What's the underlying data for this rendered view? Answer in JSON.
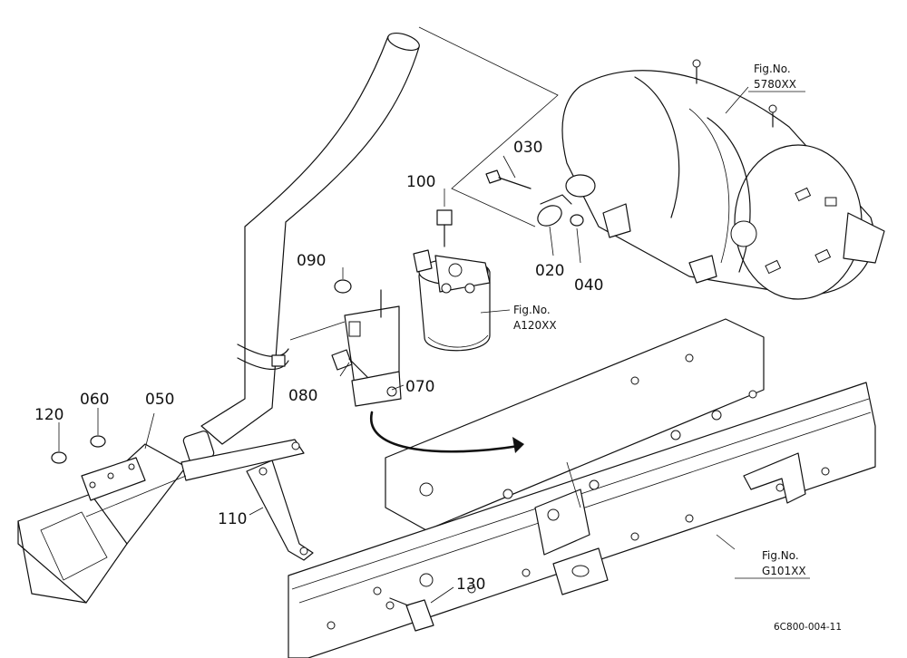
{
  "parts": [
    {
      "number": "030"
    },
    {
      "number": "100"
    },
    {
      "number": "090"
    },
    {
      "number": "020"
    },
    {
      "number": "040"
    },
    {
      "number": "080"
    },
    {
      "number": "070"
    },
    {
      "number": "120"
    },
    {
      "number": "060"
    },
    {
      "number": "050"
    },
    {
      "number": "110"
    },
    {
      "number": "130"
    }
  ],
  "figure_refs": [
    {
      "prefix": "Fig.No.",
      "code": "5780XX"
    },
    {
      "prefix": "Fig.No.",
      "code": "A120XX"
    },
    {
      "prefix": "Fig.No.",
      "code": "G101XX"
    }
  ],
  "drawing_code": "6C800-004-11"
}
